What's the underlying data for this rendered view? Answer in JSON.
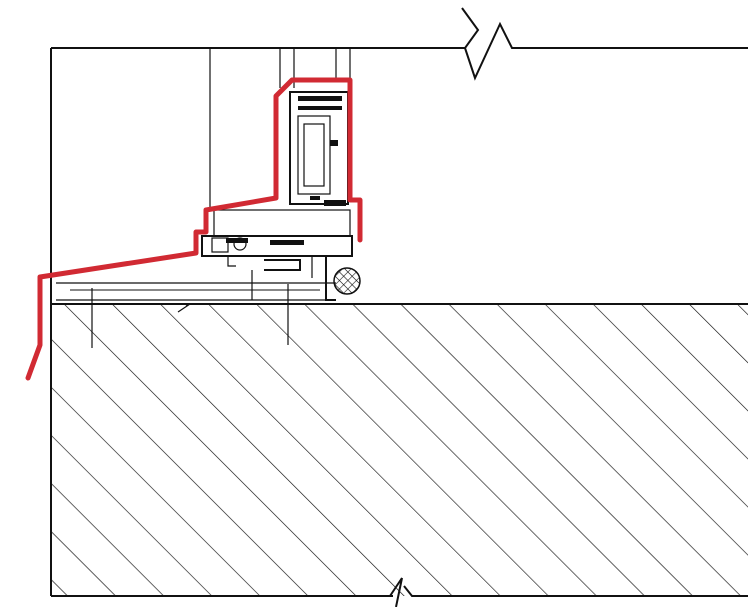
{
  "drawing": {
    "kind": "window-sill-section-detail",
    "colors": {
      "background": "#ffffff",
      "linework": "#111111",
      "membrane": "#d12a33"
    },
    "layers": [
      "masonry-hatch",
      "window-frame-profile",
      "sealant-backer-rod",
      "flashing-membrane"
    ]
  }
}
